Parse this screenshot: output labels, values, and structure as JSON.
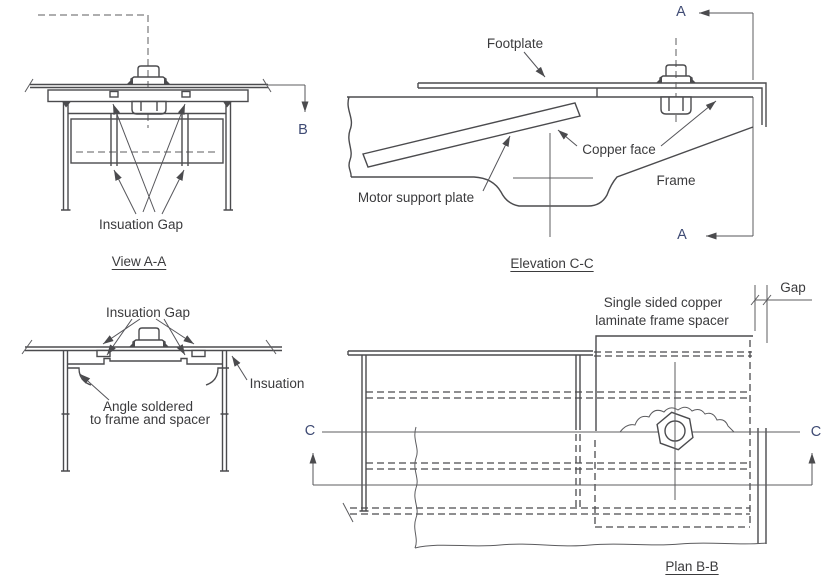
{
  "labels": {
    "view_aa": {
      "insulation_gap": "Insuation Gap",
      "title": "View A-A",
      "section_b": "B"
    },
    "elevation_cc": {
      "footplate": "Footplate",
      "copper_face": "Copper face",
      "frame": "Frame",
      "motor_support_plate": "Motor support plate",
      "title": "Elevation C-C",
      "section_a_top": "A",
      "section_a_bottom": "A"
    },
    "underside": {
      "insulation_gap": "Insuation Gap",
      "insulation": "Insuation",
      "angle_note_line1": "Angle soldered",
      "angle_note_line2": "to frame and spacer"
    },
    "plan_bb": {
      "gap": "Gap",
      "spacer_note_line1": "Single sided copper",
      "spacer_note_line2": "laminate frame spacer",
      "title": "Plan B-B",
      "section_c_left": "C",
      "section_c_right": "C"
    }
  },
  "colors": {
    "line": "#4b4b4e",
    "thin_line": "#5c5c5f",
    "text": "#3b3b3d",
    "section_letter": "#3f4b74",
    "background": "#ffffff"
  }
}
